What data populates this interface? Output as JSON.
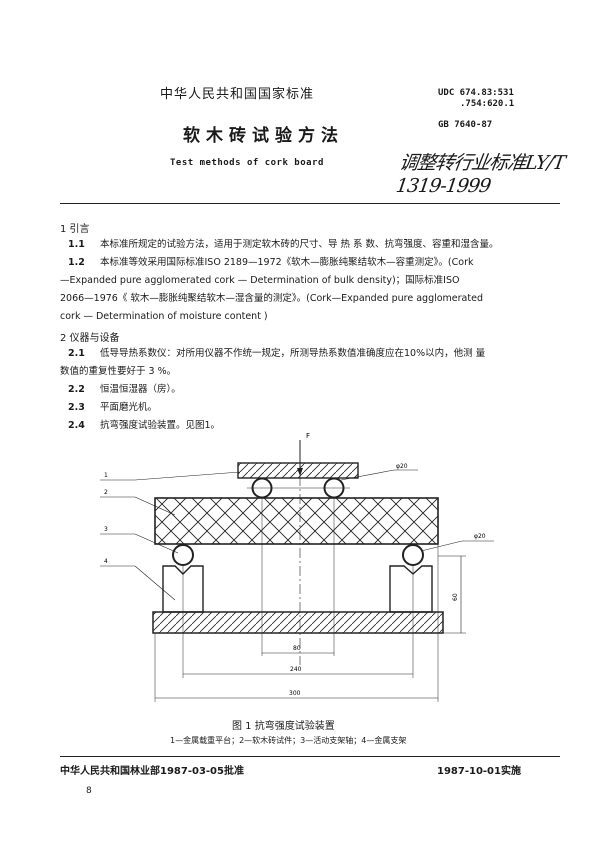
{
  "header": {
    "org": "中华人民共和国国家标准",
    "udc_line1": "UDC 674.83:531",
    "udc_line2": ".754:620.1",
    "gb": "GB 7640-87",
    "title_cn": "软木砖试验方法",
    "title_en": "Test methods of cork board",
    "handwritten_note": "调整转行业标准LY/T 1319-1999"
  },
  "section1": {
    "heading": "1  引言",
    "items": [
      {
        "num": "1.1",
        "text": "本标准所规定的试验方法，适用于测定软木砖的尺寸、导 热 系 数、抗弯强度、容重和湿含量。"
      },
      {
        "num": "1.2",
        "text": "本标准等效采用国际标准ISO 2189—1972《软木—膨胀纯聚结软木—容重测定》。(Cork"
      },
      {
        "num": "",
        "text": "—Expanded pure agglomerated cork — Determination of bulk density)；国际标准ISO"
      },
      {
        "num": "",
        "text": "2066—1976《 软木—膨胀纯聚结软木—湿含量的测定》。(Cork—Expanded pure agglomerated"
      },
      {
        "num": "",
        "text": "cork — Determination of moisture content )"
      }
    ]
  },
  "section2": {
    "heading": "2  仪器与设备",
    "items": [
      {
        "num": "2.1",
        "text": "低导导热系数仪：对所用仪器不作统一规定，所测导热系数值准确度应在10%以内，他测 量"
      },
      {
        "num": "",
        "text": "数值的重复性要好于 3 %。"
      },
      {
        "num": "2.2",
        "text": "恒温恒湿器（房）。"
      },
      {
        "num": "2.3",
        "text": "平面磨光机。"
      },
      {
        "num": "2.4",
        "text": "抗弯强度试验装置。见图1。"
      }
    ]
  },
  "figure": {
    "force_label": "F",
    "callouts": [
      "1",
      "2",
      "3",
      "4"
    ],
    "dia_top": "φ20",
    "dia_bottom": "φ20",
    "dim_80": "80",
    "dim_240": "240",
    "dim_300": "300",
    "dim_height": "60",
    "caption": "图 1  抗弯强度试验装置",
    "legend": "1—金属载重平台；2—软木砖试件；3—活动支架轴；4—金属支架"
  },
  "footer": {
    "left": "中华人民共和国林业部1987-03-05批准",
    "right": "1987-10-01实施",
    "page": "8"
  }
}
